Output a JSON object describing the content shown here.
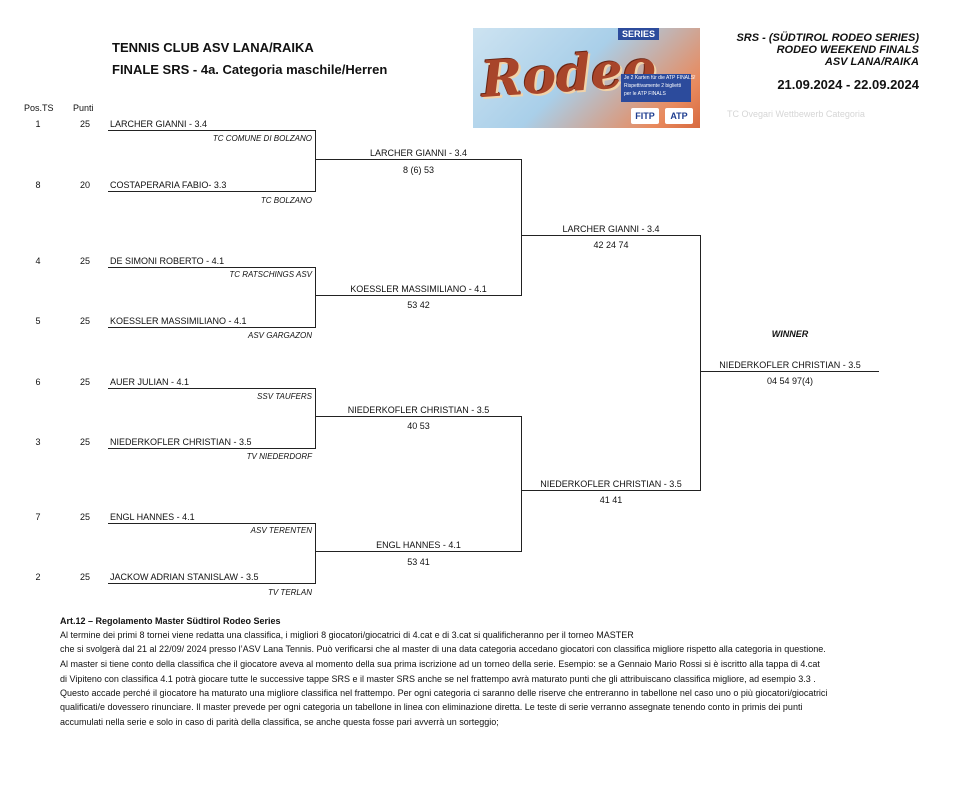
{
  "header": {
    "club": "TENNIS CLUB ASV LANA/RAIKA",
    "subtitle": "FINALE SRS - 4a. Categoria maschile/Herren",
    "series_line1": "SRS - (SÜDTIROL RODEO SERIES)",
    "series_line2": "RODEO WEEKEND FINALS",
    "series_line3": "ASV LANA/RAIKA",
    "dates": "21.09.2024 - 22.09.2024",
    "faded_text": "TC Ovegari  Wettbewerb  Categoria"
  },
  "banner": {
    "logo_text": "Rodeo",
    "top_text": "SERIES",
    "box_line1": "Je 2 Karten für die ATP FINALS!",
    "box_line2": "Rispettivamente 2 biglietti",
    "box_line3": "per le ATP FINALS",
    "badge1": "FITP",
    "badge2": "ATP"
  },
  "columns": {
    "pos": "Pos.TS",
    "points": "Punti"
  },
  "players": [
    {
      "seed": "1",
      "points": "25",
      "name": "LARCHER GIANNI - 3.4",
      "club": "TC COMUNE DI BOLZANO"
    },
    {
      "seed": "8",
      "points": "20",
      "name": "COSTAPERARIA FABIO- 3.3",
      "club": "TC BOLZANO"
    },
    {
      "seed": "4",
      "points": "25",
      "name": "DE SIMONI ROBERTO - 4.1",
      "club": "TC RATSCHINGS ASV"
    },
    {
      "seed": "5",
      "points": "25",
      "name": "KOESSLER MASSIMILIANO - 4.1",
      "club": "ASV GARGAZON"
    },
    {
      "seed": "6",
      "points": "25",
      "name": "AUER JULIAN - 4.1",
      "club": "SSV TAUFERS"
    },
    {
      "seed": "3",
      "points": "25",
      "name": "NIEDERKOFLER CHRISTIAN - 3.5",
      "club": "TV NIEDERDORF"
    },
    {
      "seed": "7",
      "points": "25",
      "name": "ENGL HANNES - 4.1",
      "club": "ASV TERENTEN"
    },
    {
      "seed": "2",
      "points": "25",
      "name": "JACKOW ADRIAN STANISLAW - 3.5",
      "club": "TV TERLAN"
    }
  ],
  "quarterfinals": [
    {
      "winner": "LARCHER GIANNI - 3.4",
      "score": "8 (6) 53"
    },
    {
      "winner": "KOESSLER MASSIMILIANO - 4.1",
      "score": "53 42"
    },
    {
      "winner": "NIEDERKOFLER CHRISTIAN - 3.5",
      "score": "40 53"
    },
    {
      "winner": "ENGL HANNES - 4.1",
      "score": "53 41"
    }
  ],
  "semifinals": [
    {
      "winner": "LARCHER GIANNI - 3.4",
      "score": "42 24 74"
    },
    {
      "winner": "NIEDERKOFLER CHRISTIAN - 3.5",
      "score": "41 41"
    }
  ],
  "final": {
    "label": "WINNER",
    "winner": "NIEDERKOFLER CHRISTIAN - 3.5",
    "score": "04 54 97(4)"
  },
  "article": {
    "title": "Art.12 – Regolamento Master Südtirol Rodeo Series",
    "lines": [
      "Al termine dei primi 8 tornei viene redatta una classifica,  i migliori 8 giocatori/giocatrici di 4.cat e di 3.cat si qualificheranno per il torneo MASTER",
      "che si svolgerà dal 21 al 22/09/ 2024 presso l’ASV Lana Tennis. Può verificarsi che al master di una data categoria accedano giocatori con classifica migliore rispetto alla categoria in questione.",
      "Al master si tiene conto della classifica che il giocatore aveva al momento della sua prima iscrizione ad un torneo della serie. Esempio: se a Gennaio Mario Rossi si è iscritto alla tappa di 4.cat",
      "di Vipiteno con classifica 4.1 potrà giocare tutte le successive tappe SRS e il master SRS anche se nel frattempo avrà maturato punti che gli attribuiscano classifica migliore, ad esempio 3.3 .",
      "Questo accade perché il giocatore ha maturato una migliore classifica nel frattempo. Per ogni categoria ci saranno delle riserve che entreranno in tabellone nel caso uno o più giocatori/giocatrici",
      "qualificati/e dovessero rinunciare. Il master prevede per ogni categoria un tabellone in linea con eliminazione diretta. Le teste di serie verranno assegnate tenendo conto in primis dei punti",
      "accumulati nella serie e solo in caso di parità della classifica, se anche questa fosse pari avverrà un sorteggio;"
    ]
  }
}
